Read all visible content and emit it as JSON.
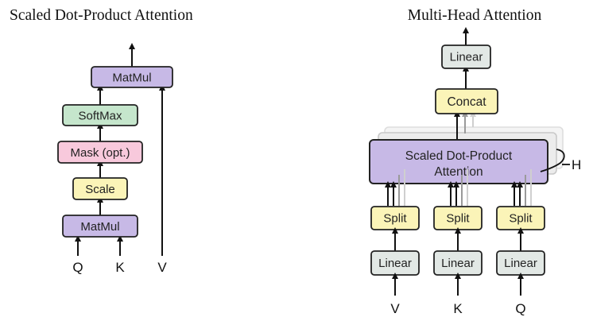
{
  "left_diagram": {
    "title": "Scaled Dot-Product Attention",
    "blocks": {
      "matmul_top": "MatMul",
      "softmax": "SoftMax",
      "mask": "Mask (opt.)",
      "scale": "Scale",
      "matmul_bottom": "MatMul"
    },
    "inputs": {
      "q": "Q",
      "k": "K",
      "v": "V"
    }
  },
  "right_diagram": {
    "title": "Multi-Head Attention",
    "blocks": {
      "linear_out": "Linear",
      "concat": "Concat",
      "attention_line1": "Scaled Dot-Product",
      "attention_line2": "Attention",
      "heads": "H",
      "split": "Split",
      "linear": "Linear"
    },
    "inputs": {
      "v": "V",
      "k": "K",
      "q": "Q"
    }
  },
  "colors": {
    "matmul": "#c7b9e6",
    "softmax": "#c5e6cc",
    "mask": "#f8c9dc",
    "scale": "#fbf4b8",
    "linear": "#e2e8e5",
    "concat": "#fbf4b8",
    "attention": "#c7b9e6",
    "split": "#fbf4b8"
  }
}
